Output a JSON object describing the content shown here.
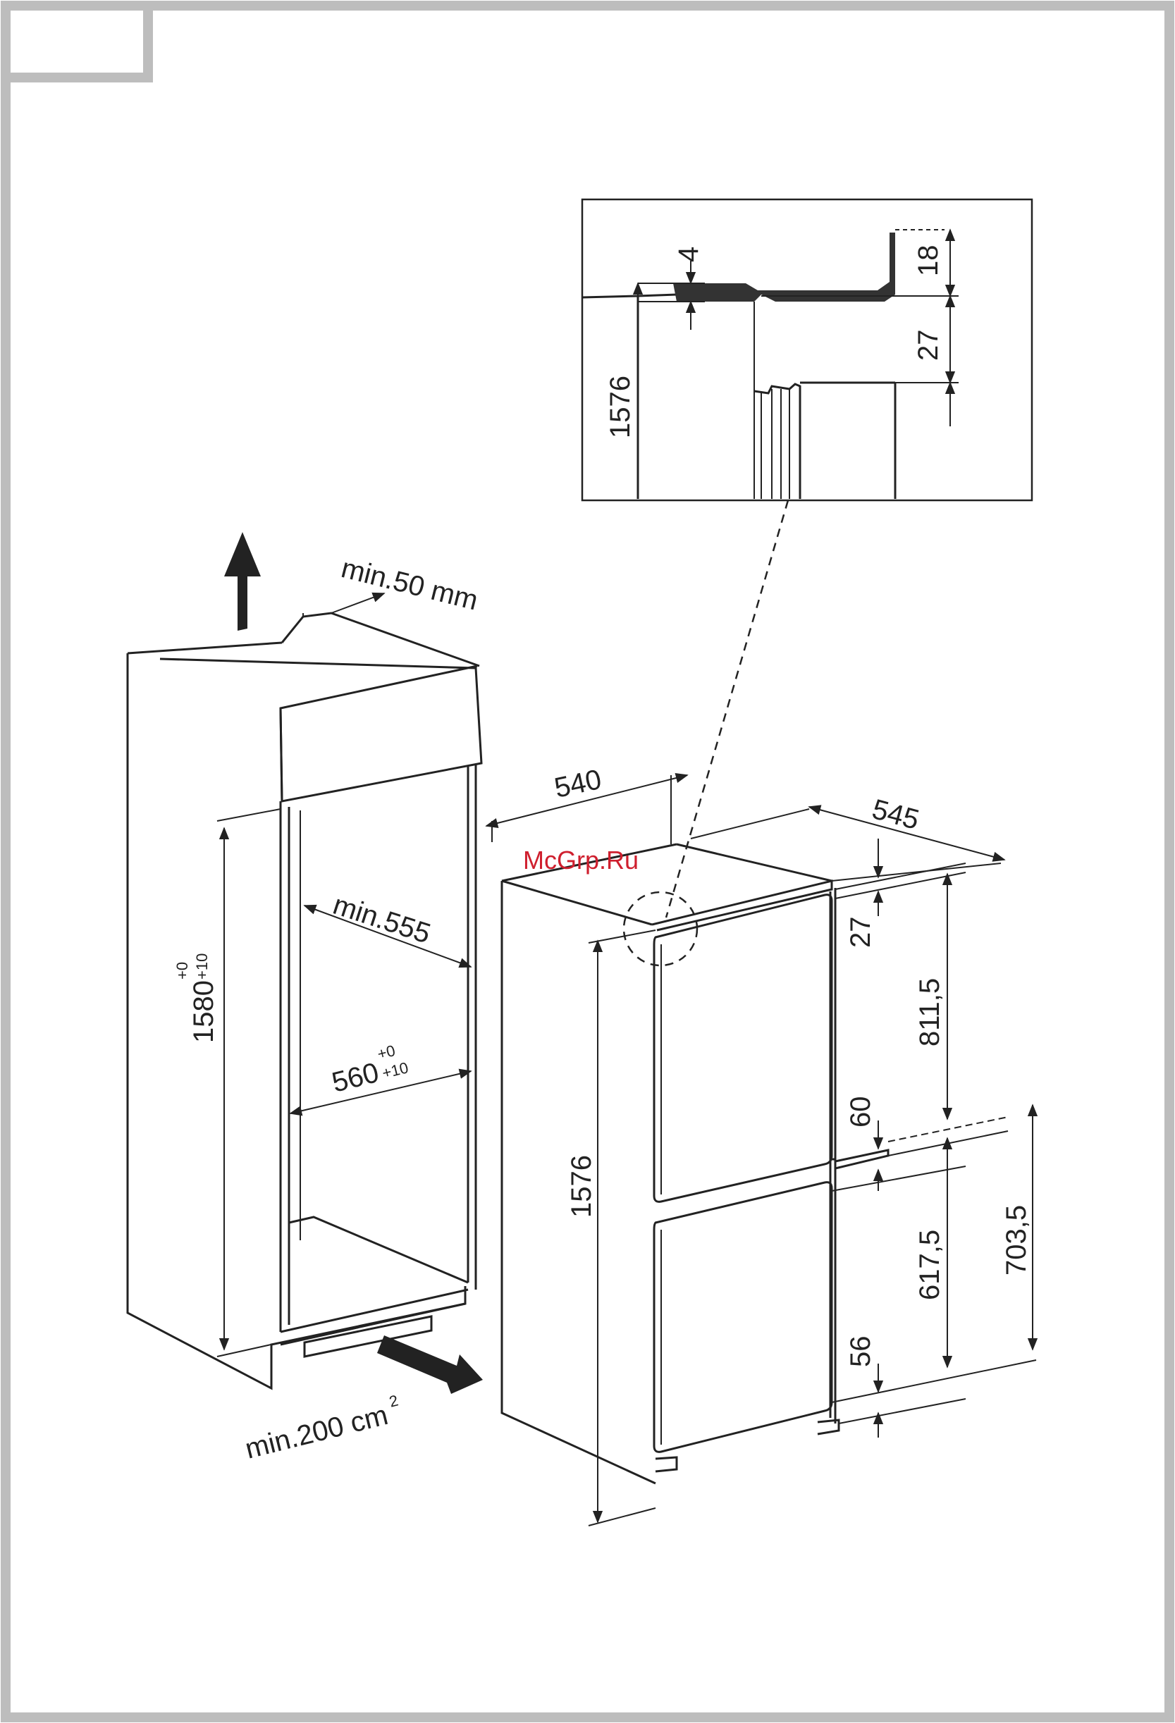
{
  "watermark": "McGrp.Ru",
  "cabinet": {
    "vent_top": "min.50 mm",
    "vent_bottom": "min.200 cm",
    "vent_bottom_sup": "2",
    "height": "1580",
    "height_tol_upper": "+0",
    "height_tol_lower": "+10",
    "depth_min": "min.555",
    "width": "560",
    "width_tol_upper": "+0",
    "width_tol_lower": "+10"
  },
  "appliance": {
    "width": "540",
    "depth": "545",
    "height": "1576",
    "top_gap": "27",
    "upper_door": "811,5",
    "middle_gap": "60",
    "lower_door": "617,5",
    "lower_total": "703,5",
    "bottom_gap": "56"
  },
  "detail": {
    "height": "1576",
    "gap_small": "4",
    "top_right": "18",
    "mid_right": "27"
  }
}
